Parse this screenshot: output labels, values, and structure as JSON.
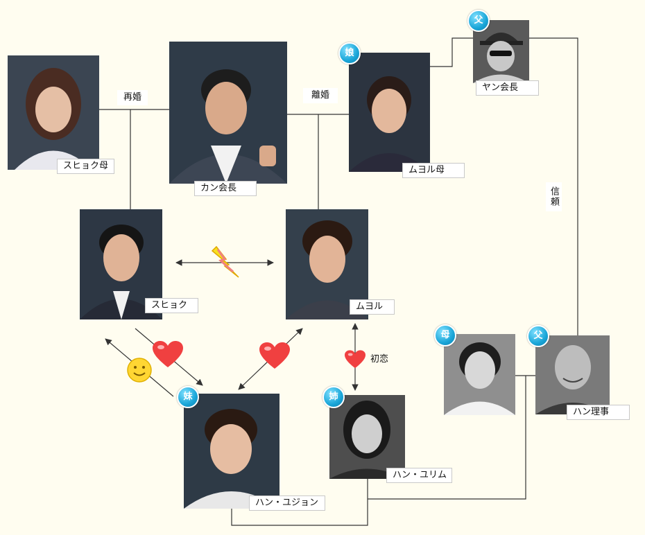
{
  "people": {
    "shoken_mother": "スヒョク母",
    "chairman_kang": "カン会長",
    "muyol_mother": "ムヨル母",
    "chairman_yang": "ヤン会長",
    "shoken": "スヒョク",
    "muyol": "ムヨル",
    "director_han": "ハン理事",
    "han_yurim": "ハン・ユリム",
    "han_yujung": "ハン・ユジョン"
  },
  "relations": {
    "remarriage": "再婚",
    "divorce": "離婚",
    "trust": "信頼",
    "first_love": "初恋"
  },
  "badges": {
    "daughter": "娘",
    "father_yang": "父",
    "mother_han": "母",
    "father_han": "父",
    "younger_sister": "妹",
    "older_sister": "姉"
  },
  "colors": {
    "background": "#fffdf0",
    "heart": "#f04040",
    "lightning": "#f7e020",
    "smiley": "#ffd633",
    "badge": "#1aa6d8"
  }
}
